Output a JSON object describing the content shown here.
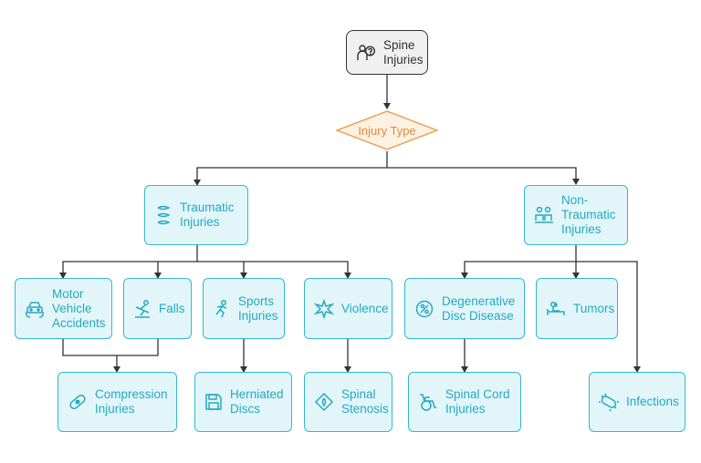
{
  "colors": {
    "node_fill": "#e2f6fa",
    "node_border": "#33b9cf",
    "node_text": "#25a9c2",
    "root_fill": "#f0f0f0",
    "root_border": "#333333",
    "decision_fill": "#fdf1e2",
    "decision_border": "#e9a35a",
    "decision_text": "#e08a3c",
    "edge": "#333333"
  },
  "root": {
    "label": "Spine\nInjuries",
    "icon": "person-question-icon"
  },
  "decision": {
    "label": "Injury Type"
  },
  "categories": {
    "traumatic": {
      "label": "Traumatic\nInjuries",
      "icon": "spine-icon"
    },
    "non_traumatic": {
      "label": "Non-\nTraumatic\nInjuries",
      "icon": "therapy-icon"
    }
  },
  "causes": {
    "motor_vehicle": {
      "label": "Motor\nVehicle\nAccidents",
      "icon": "car-crash-icon"
    },
    "falls": {
      "label": "Falls",
      "icon": "falling-person-icon"
    },
    "sports": {
      "label": "Sports\nInjuries",
      "icon": "running-person-icon"
    },
    "violence": {
      "label": "Violence",
      "icon": "impact-burst-icon"
    },
    "degenerative": {
      "label": "Degenerative\nDisc Disease",
      "icon": "degeneration-icon"
    },
    "tumors": {
      "label": "Tumors",
      "icon": "patient-bed-icon"
    }
  },
  "outcomes": {
    "compression": {
      "label": "Compression\nInjuries",
      "icon": "bandage-icon"
    },
    "herniated": {
      "label": "Herniated\nDiscs",
      "icon": "disc-icon"
    },
    "stenosis": {
      "label": "Spinal\nStenosis",
      "icon": "narrowing-icon"
    },
    "spinal_cord": {
      "label": "Spinal Cord\nInjuries",
      "icon": "wheelchair-icon"
    },
    "infections": {
      "label": "Infections",
      "icon": "bacteria-icon"
    }
  }
}
